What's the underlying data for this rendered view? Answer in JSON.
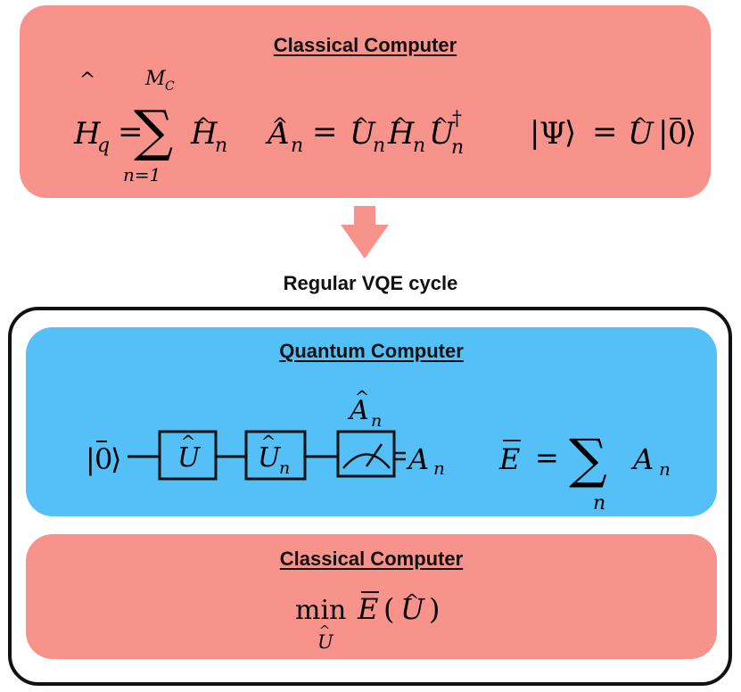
{
  "top_box": {
    "title": "Classical Computer",
    "eq1": {
      "lhs": "H",
      "lhs_sub": "q",
      "op": "=",
      "sum_top": "M",
      "sum_top_sub": "C",
      "sum_bottom": "n=1",
      "term": "H",
      "term_sub": "n"
    },
    "eq2": {
      "lhs": "A",
      "lhs_sub": "n",
      "op": "=",
      "u": "U",
      "u_sub": "n",
      "h": "H",
      "h_sub": "n",
      "ud": "U",
      "ud_sub": "n",
      "dagger": "†"
    },
    "eq3": {
      "open": "|",
      "psi": "Ψ",
      "close": "⟩",
      "op": "=",
      "u": "U",
      "ket_open": "|",
      "zero": "0",
      "ket_close": "⟩"
    }
  },
  "arrow_color": "#f8938b",
  "cycle_label": "Regular VQE cycle",
  "quantum_box": {
    "title": "Quantum Computer",
    "input_ket": {
      "open": "|",
      "zero": "0",
      "close": "⟩"
    },
    "gate1": {
      "symbol": "U"
    },
    "gate2": {
      "symbol": "U",
      "sub": "n"
    },
    "measure_label": {
      "symbol": "A",
      "sub": "n"
    },
    "output": {
      "symbol": "A",
      "sub": "n"
    },
    "energy": {
      "lhs": "E",
      "op": "=",
      "sum_bottom": "n",
      "term": "A",
      "term_sub": "n"
    }
  },
  "bottom_box": {
    "title": "Classical Computer",
    "min": "min",
    "min_sub": "U",
    "expr": {
      "e": "E",
      "open": "(",
      "u": "U",
      "close": ")"
    }
  },
  "colors": {
    "classical": "#f8938b",
    "quantum": "#55bff8",
    "frame": "#111111"
  }
}
